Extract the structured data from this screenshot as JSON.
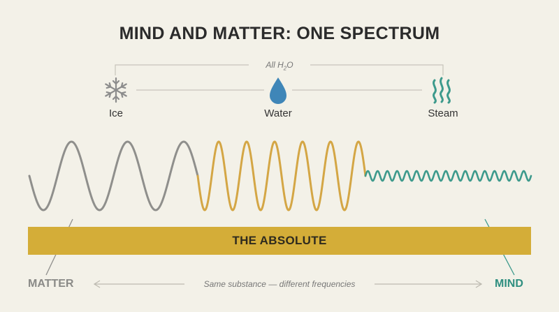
{
  "title": "MIND AND MATTER: ONE SPECTRUM",
  "states_group": {
    "prefix": "All H",
    "subscript": "2",
    "suffix": "O"
  },
  "states": [
    {
      "label": "Ice",
      "icon": "snowflake-icon"
    },
    {
      "label": "Water",
      "icon": "water-drop-icon"
    },
    {
      "label": "Steam",
      "icon": "steam-icon"
    }
  ],
  "waves": [
    {
      "segment": "matter-wave",
      "cycles": 3,
      "color": "#8f8f8c"
    },
    {
      "segment": "transition-wave",
      "cycles": 6,
      "color": "#d4a645"
    },
    {
      "segment": "mind-wave",
      "cycles": 17,
      "color": "#3d9a8c"
    }
  ],
  "absolute_label": "THE ABSOLUTE",
  "matter_label": "MATTER",
  "mind_label": "MIND",
  "caption": "Same substance — different frequencies",
  "colors": {
    "background": "#f3f1e8",
    "matter": "#8f8f8c",
    "transition": "#d4a645",
    "mind": "#3d9a8c",
    "absolute": "#d4ad38",
    "ice_icon": "#8c8c8c",
    "water_icon": "#3f86b8",
    "steam_icon": "#3d9a8c"
  }
}
